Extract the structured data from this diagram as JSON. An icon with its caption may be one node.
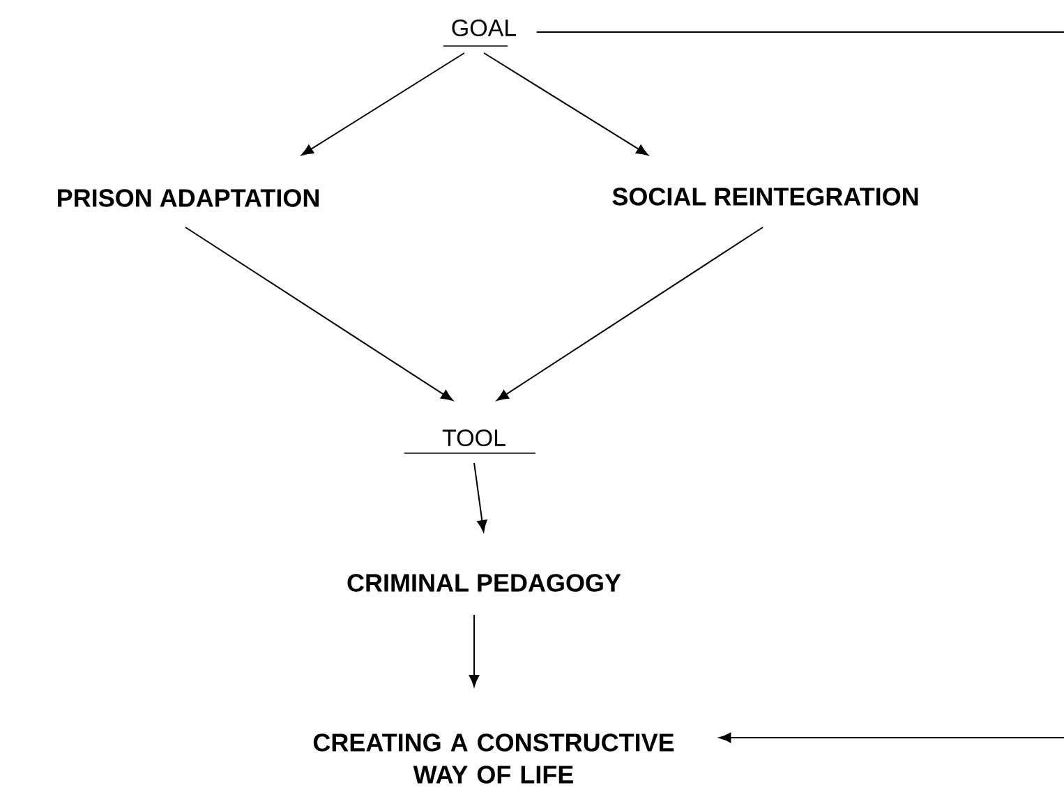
{
  "diagram": {
    "nodes": [
      {
        "text": [
          "GOAL"
        ]
      },
      {
        "text": [
          "PRISON ADAPTATION"
        ]
      },
      {
        "text": [
          "SOCIAL REINTEGRATION"
        ]
      },
      {
        "text": [
          "TOOL"
        ]
      },
      {
        "text": [
          "CRIMINAL PEDAGOGY"
        ]
      },
      {
        "text": [
          "CREATING A CONSTRUCTIVE WAY OF LIFE"
        ]
      }
    ],
    "edges": [
      {
        "from": 0,
        "to": 1,
        "arrow": "to"
      },
      {
        "from": 0,
        "to": 2,
        "arrow": "to"
      },
      {
        "from": 1,
        "to": 3,
        "arrow": "to"
      },
      {
        "from": 2,
        "to": 3,
        "arrow": "to"
      },
      {
        "from": 3,
        "to": 4,
        "arrow": "to"
      },
      {
        "from": 4,
        "to": 5,
        "arrow": "to"
      },
      {
        "from": 0,
        "to": null,
        "arrow": "none"
      },
      {
        "from": null,
        "to": 5,
        "arrow": "to"
      }
    ]
  }
}
